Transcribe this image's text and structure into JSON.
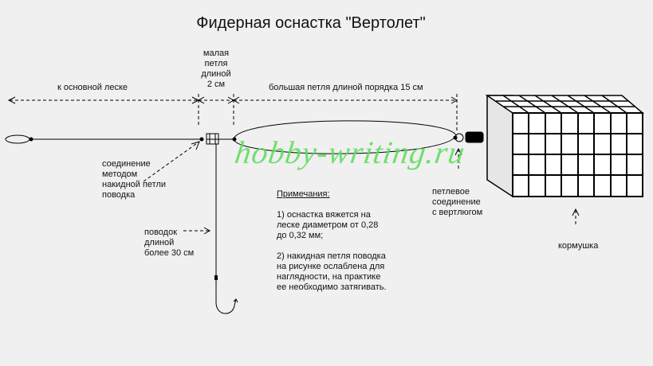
{
  "title": "Фидерная оснастка \"Вертолет\"",
  "labels": {
    "main_line": "к основной леске",
    "small_loop": [
      "малая",
      "петля",
      "длиной",
      "2 см"
    ],
    "big_loop": "большая петля длиной порядка 15 см",
    "connection": [
      "соединение",
      "методом",
      "накидной петли",
      "поводка"
    ],
    "leader": [
      "поводок",
      "длиной",
      "более 30 см"
    ],
    "loop_swivel": [
      "петлевое",
      "соединение",
      "с вертлюгом"
    ],
    "feeder": "кормушка"
  },
  "notes": {
    "heading": "Примечания:",
    "note1": [
      "1) оснастка вяжется на",
      "леске диаметром от 0,28",
      "до 0,32 мм;"
    ],
    "note2": [
      "2) накидная петля поводка",
      "на рисунке ослаблена для",
      "наглядности, на практике",
      "ее необходимо затягивать."
    ]
  },
  "watermark": "hobby-writing.ru",
  "colors": {
    "line": "#000000",
    "watermark": "#5cdc5c",
    "background": "#f0f0f0"
  }
}
